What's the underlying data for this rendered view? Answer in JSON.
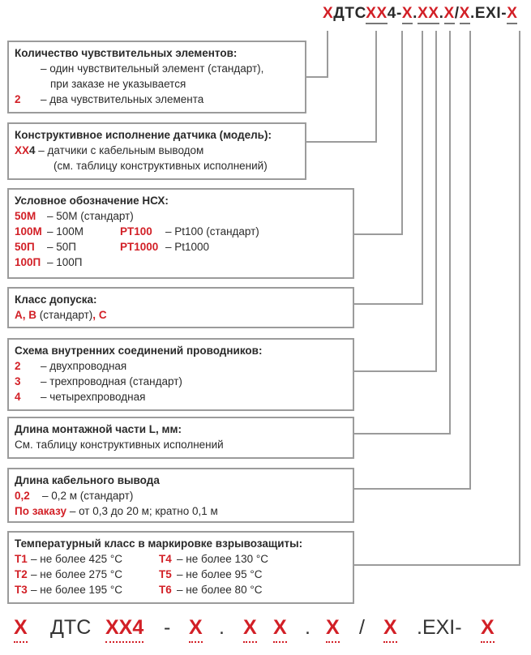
{
  "code_top": [
    "Х",
    "ДТС",
    "ХХ",
    "4-",
    "Х",
    ".",
    "ХХ",
    ".",
    "Х",
    "/",
    "Х",
    ".EXI-",
    "Х"
  ],
  "box1": {
    "title": "Количество чувствительных элементов:",
    "line1_dash": "– один чувствительный элемент (стандарт),",
    "line2": "при заказе не указывается",
    "opt_code": "2",
    "opt_text": "– два чувствительных элемента"
  },
  "box2": {
    "title": "Конструктивное исполнение датчика (модель):",
    "code_red": "ХХ",
    "code_dark": "4",
    "text1": "– датчики с кабельным выводом",
    "text2": "(см. таблицу конструктивных исполнений)"
  },
  "box3": {
    "title": "Условное обозначение НСХ:",
    "rows": [
      {
        "c1": "50М",
        "t1": "– 50М (стандарт)",
        "c2": "",
        "t2": ""
      },
      {
        "c1": "100М",
        "t1": "– 100М",
        "c2": "PT100",
        "t2": "– Pt100 (стандарт)"
      },
      {
        "c1": "50П",
        "t1": "– 50П",
        "c2": "PT1000",
        "t2": "– Pt1000"
      },
      {
        "c1": "100П",
        "t1": "– 100П",
        "c2": "",
        "t2": ""
      }
    ]
  },
  "box4": {
    "title": "Класс допуска:",
    "a": "А",
    "comma1": ", ",
    "b": "В",
    "std": " (стандарт)",
    "comma2": ", ",
    "c": "С"
  },
  "box5": {
    "title": "Схема внутренних соединений проводников:",
    "rows": [
      {
        "code": "2",
        "text": "– двухпроводная"
      },
      {
        "code": "3",
        "text": "– трехпроводная (стандарт)"
      },
      {
        "code": "4",
        "text": "– четырехпроводная"
      }
    ]
  },
  "box6": {
    "title": "Длина монтажной части L, мм:",
    "text": "См. таблицу конструктивных исполнений"
  },
  "box7": {
    "title": "Длина кабельного вывода",
    "r1_code": "0,2",
    "r1_text": "– 0,2 м (стандарт)",
    "r2_code": "По заказу",
    "r2_text": "– от 0,3 до 20 м; кратно 0,1 м"
  },
  "box8": {
    "title": "Температурный класс в маркировке взрывозащиты:",
    "rows": [
      {
        "c1": "Т1",
        "t1": "– не более 425 °С",
        "c2": "Т4",
        "t2": "– не более 130 °С"
      },
      {
        "c1": "Т2",
        "t1": "– не более 275 °С",
        "c2": "Т5",
        "t2": "– не более 95 °С"
      },
      {
        "c1": "Т3",
        "t1": "– не более 195 °С",
        "c2": "Т6",
        "t2": "– не более 80 °С"
      }
    ]
  },
  "code_bottom": [
    "Х",
    "ДТС",
    "ХХ4",
    "-",
    "Х",
    ".",
    "Х",
    "Х",
    ".",
    "Х",
    "/",
    "Х",
    ".EXI-",
    "Х"
  ],
  "colors": {
    "accent": "#d21f26",
    "line": "#9b9b9b"
  }
}
